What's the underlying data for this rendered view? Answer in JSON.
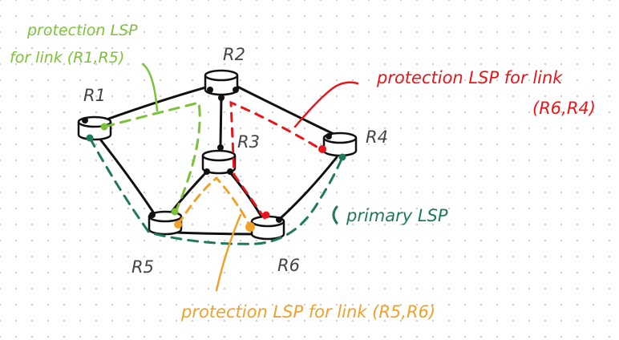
{
  "routers": [
    {
      "id": "R1",
      "label": "R1"
    },
    {
      "id": "R2",
      "label": "R2"
    },
    {
      "id": "R3",
      "label": "R3"
    },
    {
      "id": "R4",
      "label": "R4"
    },
    {
      "id": "R5",
      "label": "R5"
    },
    {
      "id": "R6",
      "label": "R6"
    }
  ],
  "links": [
    [
      "R1",
      "R2"
    ],
    [
      "R2",
      "R4"
    ],
    [
      "R2",
      "R3"
    ],
    [
      "R1",
      "R5"
    ],
    [
      "R5",
      "R6"
    ],
    [
      "R4",
      "R6"
    ],
    [
      "R3",
      "R5"
    ],
    [
      "R3",
      "R6"
    ]
  ],
  "annotations": {
    "green_line1": "protection LSP",
    "green_line2": "for link (R1,R5)",
    "red_line1": "protection LSP for link",
    "red_line2": "(R6,R4)",
    "teal": "primary LSP",
    "orange": "protection LSP for link (R5,R6)"
  },
  "colors": {
    "ink": "#111111",
    "router_label": "#444444",
    "green": "#7dc13a",
    "red": "#e8161b",
    "teal": "#1f7a5a",
    "orange": "#f0a12a"
  }
}
